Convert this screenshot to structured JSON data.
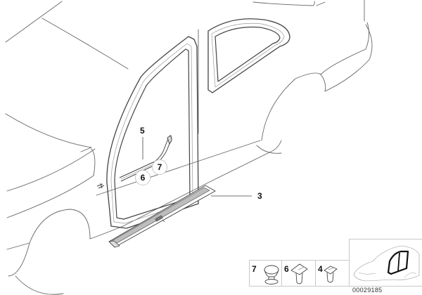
{
  "diagram": {
    "type": "parts-exploded-view",
    "subject": "car side door seals and entrance sill trim",
    "callouts": [
      {
        "id": "callout-5",
        "label": "5",
        "part": "window guide / seal strip"
      },
      {
        "id": "callout-6",
        "label": "6",
        "part": "clip (circled)"
      },
      {
        "id": "callout-7",
        "label": "7",
        "part": "clip (circled)"
      },
      {
        "id": "callout-3",
        "label": "3",
        "part": "entrance sill strip"
      }
    ],
    "legend": {
      "items": [
        {
          "label": "7",
          "part": "button clip"
        },
        {
          "label": "6",
          "part": "spreading rivet"
        },
        {
          "label": "4",
          "part": "spreading rivet"
        }
      ]
    },
    "document_number": "00029185",
    "colors": {
      "line": "#555555",
      "thick_line": "#333333",
      "sill_fill": "#bdbdbd",
      "frame": "#c9c9c9",
      "background": "#ffffff"
    }
  }
}
